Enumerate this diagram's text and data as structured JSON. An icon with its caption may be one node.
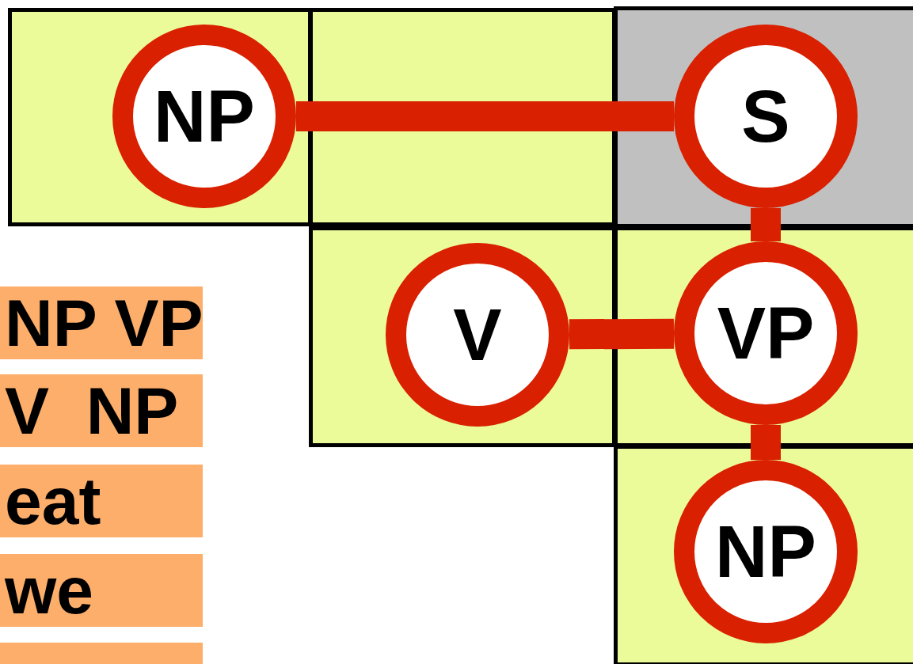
{
  "diagram": {
    "nodes": [
      {
        "text": [
          "NP"
        ]
      },
      {
        "text": [
          "S"
        ]
      },
      {
        "text": [
          "V"
        ]
      },
      {
        "text": [
          "VP"
        ]
      },
      {
        "text": [
          "NP"
        ]
      },
      {
        "text": [],
        "shape": "bar"
      }
    ],
    "edges": [
      {
        "from": 0,
        "to": 1,
        "arrow": "none"
      },
      {
        "from": 1,
        "to": 3,
        "arrow": "none"
      },
      {
        "from": 2,
        "to": 3,
        "arrow": "none"
      },
      {
        "from": 3,
        "to": 4,
        "arrow": "none"
      }
    ],
    "labels": [
      "NP VP",
      "V  NP",
      "eat",
      "we"
    ]
  }
}
